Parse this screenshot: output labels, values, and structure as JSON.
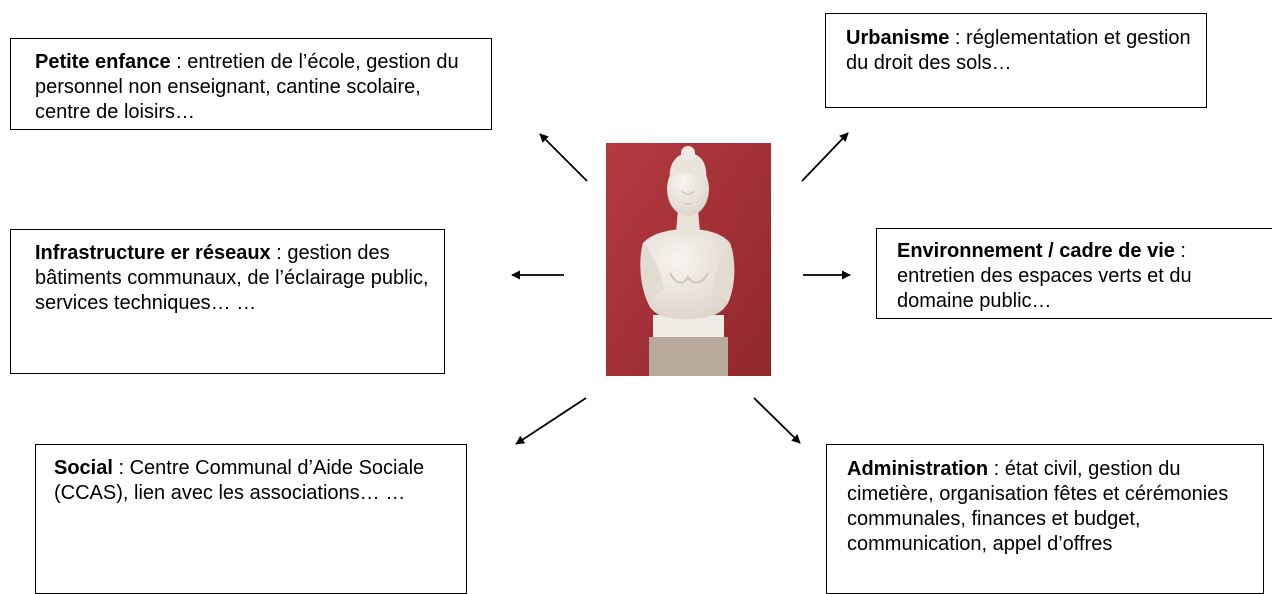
{
  "boxes": {
    "petite_enfance": {
      "title": "Petite enfance",
      "text": " : entretien de l’école, gestion du personnel non enseignant, cantine scolaire, centre de loisirs…"
    },
    "urbanisme": {
      "title": "Urbanisme",
      "text": " : réglementation et gestion du droit des sols…"
    },
    "infrastructure": {
      "title": "Infrastructure er réseaux",
      "text": " : gestion des bâtiments communaux, de l’éclairage public, services techniques… …"
    },
    "environnement": {
      "title": "Environnement / cadre de vie",
      "text": " : entretien des espaces verts et du domaine public…"
    },
    "social": {
      "title": "Social",
      "text": " : Centre Communal d’Aide Sociale (CCAS), lien avec les associations… …"
    },
    "administration": {
      "title": "Administration",
      "text": " : état civil, gestion du cimetière, organisation fêtes et cérémonies communales, finances et budget, communication, appel d’offres"
    }
  },
  "image": {
    "subject": "marianne-bust",
    "background_color": "#a8333a",
    "bust_color": "#ece7e0",
    "pedestal_color": "#b9aa9c"
  },
  "colors": {
    "border": "#000000",
    "text": "#000000",
    "background": "#ffffff"
  }
}
